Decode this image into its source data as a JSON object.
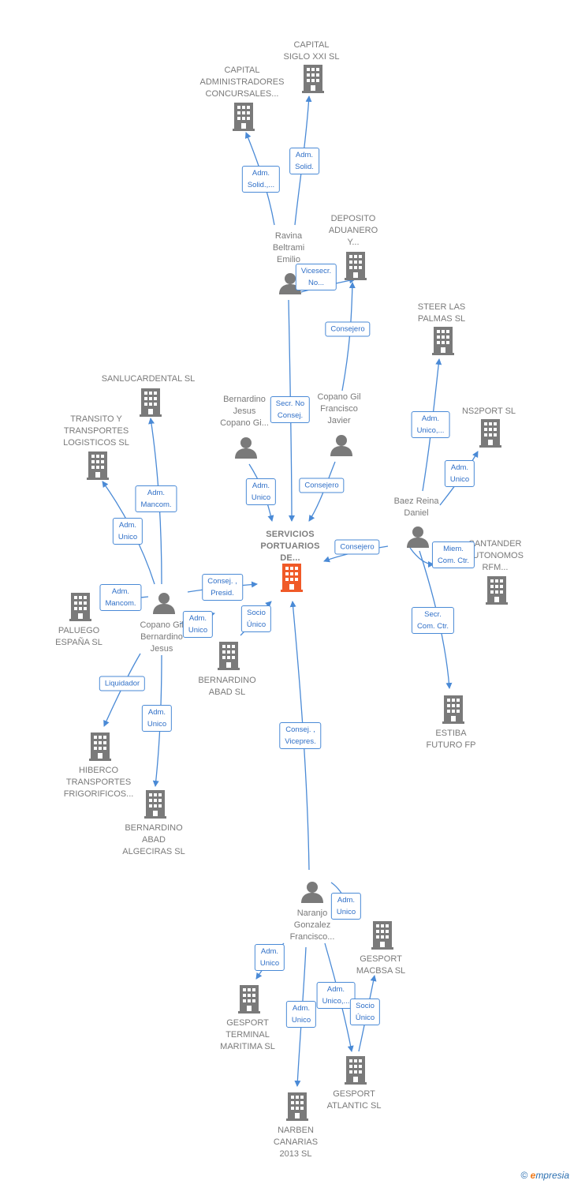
{
  "colors": {
    "edge": "#4a8ad6",
    "icon": "#7a7a7a",
    "center": "#f05a28",
    "relation_text": "#2f6fc7",
    "label": "#7a7a7a"
  },
  "center": {
    "label": [
      "SERVICIOS",
      "PORTUARIOS",
      "DE..."
    ],
    "icon": "building-icon"
  },
  "companies": [
    {
      "id": "capital-siglo",
      "label": [
        "CAPITAL",
        "SIGLO XXI  SL"
      ]
    },
    {
      "id": "capital-admin",
      "label": [
        "CAPITAL",
        "ADMINISTRADORES",
        "CONCURSALES..."
      ]
    },
    {
      "id": "deposito",
      "label": [
        "DEPOSITO",
        "ADUANERO",
        "Y..."
      ]
    },
    {
      "id": "steer",
      "label": [
        "STEER LAS",
        "PALMAS SL"
      ]
    },
    {
      "id": "ns2port",
      "label": [
        "NS2PORT  SL"
      ]
    },
    {
      "id": "sanlucar",
      "label": [
        "SANLUCARDENTAL SL"
      ]
    },
    {
      "id": "transito",
      "label": [
        "TRANSITO Y",
        "TRANSPORTES",
        "LOGISTICOS SL"
      ]
    },
    {
      "id": "paluego",
      "label": [
        "PALUEGO",
        "ESPAÑA SL"
      ]
    },
    {
      "id": "bernardino-abad",
      "label": [
        "BERNARDINO",
        "ABAD SL"
      ]
    },
    {
      "id": "santander",
      "label": [
        "SANTANDER",
        "AUTONOMOS",
        "RFM..."
      ]
    },
    {
      "id": "estiba",
      "label": [
        "ESTIBA",
        "FUTURO FP"
      ]
    },
    {
      "id": "hiberco",
      "label": [
        "HIBERCO",
        "TRANSPORTES",
        "FRIGORIFICOS..."
      ]
    },
    {
      "id": "bernardino-algeciras",
      "label": [
        "BERNARDINO",
        "ABAD",
        "ALGECIRAS SL"
      ]
    },
    {
      "id": "gesport-macbsa",
      "label": [
        "GESPORT",
        "MACBSA  SL"
      ]
    },
    {
      "id": "gesport-terminal",
      "label": [
        "GESPORT",
        "TERMINAL",
        "MARITIMA  SL"
      ]
    },
    {
      "id": "gesport-atlantic",
      "label": [
        "GESPORT",
        "ATLANTIC  SL"
      ]
    },
    {
      "id": "narben",
      "label": [
        "NARBEN",
        "CANARIAS",
        "2013  SL"
      ]
    }
  ],
  "persons": [
    {
      "id": "ravina",
      "label": [
        "Ravina",
        "Beltrami",
        "Emilio"
      ]
    },
    {
      "id": "bernardino-jesus",
      "label": [
        "Bernardino",
        "Jesus",
        "Copano Gi..."
      ]
    },
    {
      "id": "copano-gil",
      "label": [
        "Copano Gil",
        "Francisco",
        "Javier"
      ]
    },
    {
      "id": "baez",
      "label": [
        "Baez Reina",
        "Daniel"
      ]
    },
    {
      "id": "copano-bernardino",
      "label": [
        "Copano Gil",
        "Bernardino",
        "Jesus"
      ]
    },
    {
      "id": "naranjo",
      "label": [
        "Naranjo",
        "Gonzalez",
        "Francisco..."
      ]
    }
  ],
  "relations": [
    {
      "from": "ravina",
      "to": "capital-siglo",
      "label": [
        "Adm.",
        "Solid."
      ]
    },
    {
      "from": "ravina",
      "to": "capital-admin",
      "label": [
        "Adm.",
        "Solid.,..."
      ]
    },
    {
      "from": "ravina",
      "to": "deposito",
      "label": [
        "Vicesecr.",
        "No..."
      ]
    },
    {
      "from": "ravina",
      "to": "center",
      "label": [
        "Secr.  No",
        "Consej."
      ]
    },
    {
      "from": "copano-gil",
      "to": "deposito",
      "label": [
        "Consejero"
      ]
    },
    {
      "from": "copano-gil",
      "to": "center",
      "label": [
        "Consejero"
      ]
    },
    {
      "from": "bernardino-jesus",
      "to": "center",
      "label": [
        "Adm.",
        "Unico"
      ]
    },
    {
      "from": "baez",
      "to": "steer",
      "label": [
        "Adm.",
        "Unico,..."
      ]
    },
    {
      "from": "baez",
      "to": "ns2port",
      "label": [
        "Adm.",
        "Unico"
      ]
    },
    {
      "from": "baez",
      "to": "center",
      "label": [
        "Consejero"
      ]
    },
    {
      "from": "baez",
      "to": "santander",
      "label": [
        "Miem.",
        "Com. Ctr."
      ]
    },
    {
      "from": "baez",
      "to": "estiba",
      "label": [
        "Secr.",
        "Com. Ctr."
      ]
    },
    {
      "from": "copano-bernardino",
      "to": "sanlucar",
      "label": [
        "Adm.",
        "Mancom."
      ]
    },
    {
      "from": "copano-bernardino",
      "to": "transito",
      "label": [
        "Adm.",
        "Unico"
      ]
    },
    {
      "from": "copano-bernardino",
      "to": "paluego",
      "label": [
        "Adm.",
        "Mancom."
      ]
    },
    {
      "from": "copano-bernardino",
      "to": "center",
      "label": [
        "Consej. ,",
        "Presid."
      ]
    },
    {
      "from": "copano-bernardino",
      "to": "bernardino-abad",
      "label": [
        "Adm.",
        "Unico"
      ]
    },
    {
      "from": "copano-bernardino",
      "to": "hiberco",
      "label": [
        "Liquidador"
      ]
    },
    {
      "from": "copano-bernardino",
      "to": "bernardino-algeciras",
      "label": [
        "Adm.",
        "Unico"
      ]
    },
    {
      "from": "bernardino-abad",
      "to": "center",
      "label": [
        "Socio",
        "Único"
      ]
    },
    {
      "from": "naranjo",
      "to": "center",
      "label": [
        "Consej. ,",
        "Vicepres."
      ]
    },
    {
      "from": "naranjo",
      "to": "gesport-macbsa",
      "label": [
        "Adm.",
        "Unico"
      ]
    },
    {
      "from": "naranjo",
      "to": "gesport-terminal",
      "label": [
        "Adm.",
        "Unico"
      ]
    },
    {
      "from": "naranjo",
      "to": "narben",
      "label": [
        "Adm.",
        "Unico"
      ]
    },
    {
      "from": "naranjo",
      "to": "gesport-atlantic",
      "label": [
        "Adm.",
        "Unico,..."
      ]
    },
    {
      "from": "gesport-atlantic",
      "to": "gesport-macbsa",
      "label": [
        "Socio",
        "Único"
      ]
    }
  ],
  "watermark": {
    "copyright": "©",
    "brand_e": "e",
    "brand_rest": "mpresia"
  }
}
